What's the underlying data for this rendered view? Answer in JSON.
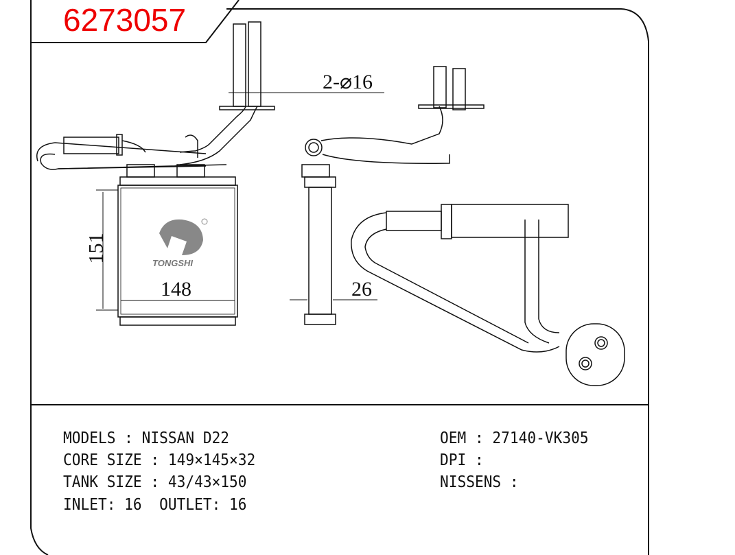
{
  "header": {
    "part_number": "6273057"
  },
  "drawing": {
    "dim_pipe": "2-⌀16",
    "dim_height": "151",
    "dim_width": "148",
    "dim_thickness": "26",
    "logo": "TONGSHI"
  },
  "specs": {
    "models": "MODELS : NISSAN D22",
    "core_size": "CORE SIZE : 149×145×32",
    "tank_size": "TANK SIZE : 43/43×150",
    "inlet_outlet": "INLET: 16  OUTLET: 16",
    "oem": "OEM : 27140-VK305",
    "dpi": "DPI :",
    "nissens": "NISSENS :"
  },
  "colors": {
    "part_number": "#ee0000"
  }
}
